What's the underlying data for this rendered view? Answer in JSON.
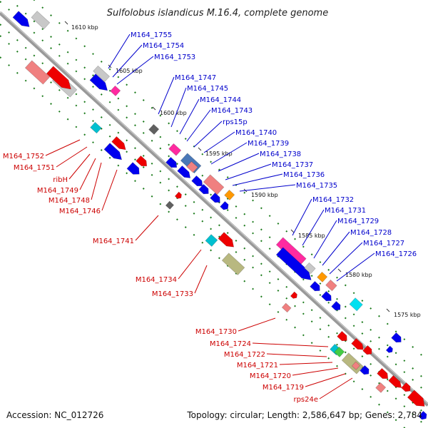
{
  "title": "Sulfolobus islandicus M.16.4, complete genome",
  "footer": {
    "accession": "Accession: NC_012726",
    "info": "Topology: circular; Length: 2,586,647 bp; Genes: 2,784"
  },
  "colors": {
    "backbone": "#888888",
    "top_label": "#0000cc",
    "bottom_label": "#cc0000",
    "tick": "#1a7a1a"
  },
  "kbp_labels": [
    "1610 kbp",
    "1605 kbp",
    "1600 kbp",
    "1595 kbp",
    "1590 kbp",
    "1585 kbp",
    "1580 kbp",
    "1575 kbp"
  ],
  "top_genes": [
    "M164_1755",
    "M164_1754",
    "M164_1753",
    "M164_1747",
    "M164_1745",
    "M164_1744",
    "M164_1743",
    "rps15p",
    "M164_1740",
    "M164_1739",
    "M164_1738",
    "M164_1737",
    "M164_1736",
    "M164_1735",
    "M164_1732",
    "M164_1731",
    "M164_1729",
    "M164_1728",
    "M164_1727",
    "M164_1726"
  ],
  "bottom_genes": [
    "M164_1752",
    "M164_1751",
    "ribH",
    "M164_1749",
    "M164_1748",
    "M164_1746",
    "M164_1741",
    "M164_1734",
    "M164_1733",
    "M164_1730",
    "M164_1724",
    "M164_1722",
    "M164_1721",
    "M164_1720",
    "M164_1719",
    "rps24e"
  ]
}
